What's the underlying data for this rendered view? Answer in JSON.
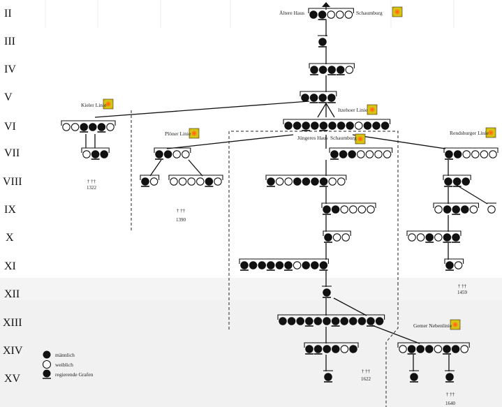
{
  "generations": [
    "II",
    "III",
    "IV",
    "V",
    "VI",
    "VII",
    "VIII",
    "IX",
    "X",
    "XI",
    "XII",
    "XIII",
    "XIV",
    "XV"
  ],
  "branch_labels": {
    "aeltere_haus": "Ältere Haus",
    "schaumburg_top": "Schaumburg",
    "kieler": "Kieler Linie",
    "itzehoer": "Itzehoer Linie",
    "ploener": "Plöner Linie",
    "juengeres_haus": "Jüngeres Haus",
    "schaumburg_mid": "Schaumburg",
    "rendsburger": "Rendsburger Linie",
    "gemer": "Gemer Nebenlinie"
  },
  "extinction": {
    "kiel": {
      "mark": "† ††",
      "year": "1322"
    },
    "ploen": {
      "mark": "† ††",
      "year": "1390"
    },
    "rendsburg": {
      "mark": "† ††",
      "year": "1459"
    },
    "schaumburg": {
      "mark": "† ††",
      "year": "1622"
    },
    "gemen": {
      "mark": "† ††",
      "year": "1640"
    }
  },
  "legend": {
    "male": "männlich",
    "female": "weiblich",
    "ruling": "regierende Grafen"
  },
  "colors": {
    "line": "#111111",
    "coat_outer": "#e8b400",
    "coat_inner": "#d43a14",
    "coat_mid": "#b7d21a",
    "band_gray": "#f3f3f4"
  }
}
